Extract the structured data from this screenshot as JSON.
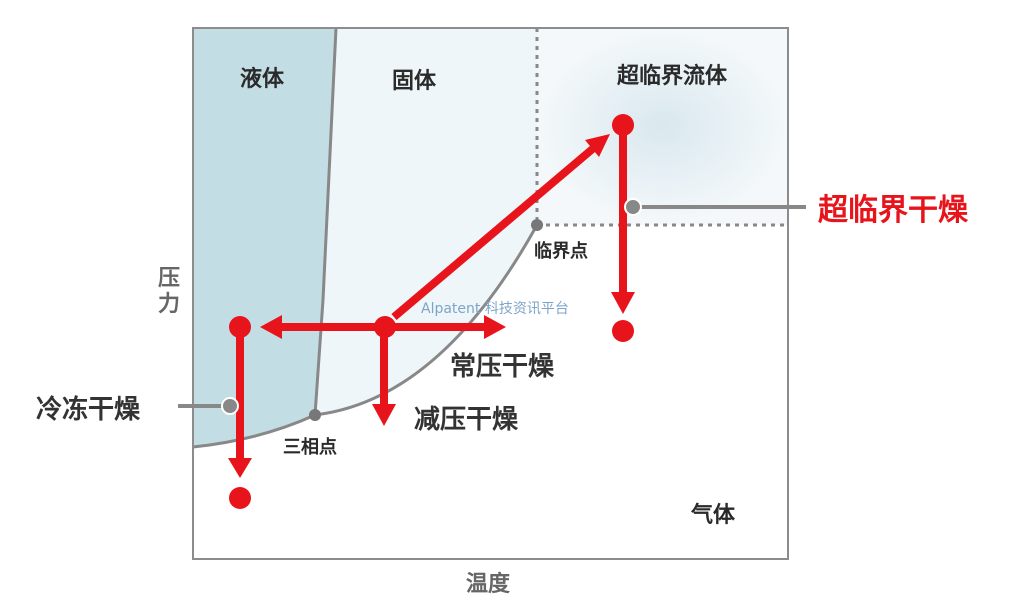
{
  "colors": {
    "accent_red": "#e8141b",
    "liquid_region": "#c3dde4",
    "solid_region": "#eef6f9",
    "curve_gray": "#888888",
    "border_gray": "#8c8c8c",
    "text_dark": "#2a2a2a"
  },
  "regions": {
    "liquid": "液体",
    "solid": "固体",
    "supercritical": "超临界流体",
    "gas": "气体"
  },
  "points": {
    "triple": "三相点",
    "critical": "临界点"
  },
  "methods": {
    "freeze": "冷冻干燥",
    "ambient": "常压干燥",
    "reduced": "减压干燥",
    "supercritical": "超临界干燥"
  },
  "axes": {
    "x": "温度",
    "y": "压力"
  },
  "watermark": "Alpatent  科技资讯平台"
}
